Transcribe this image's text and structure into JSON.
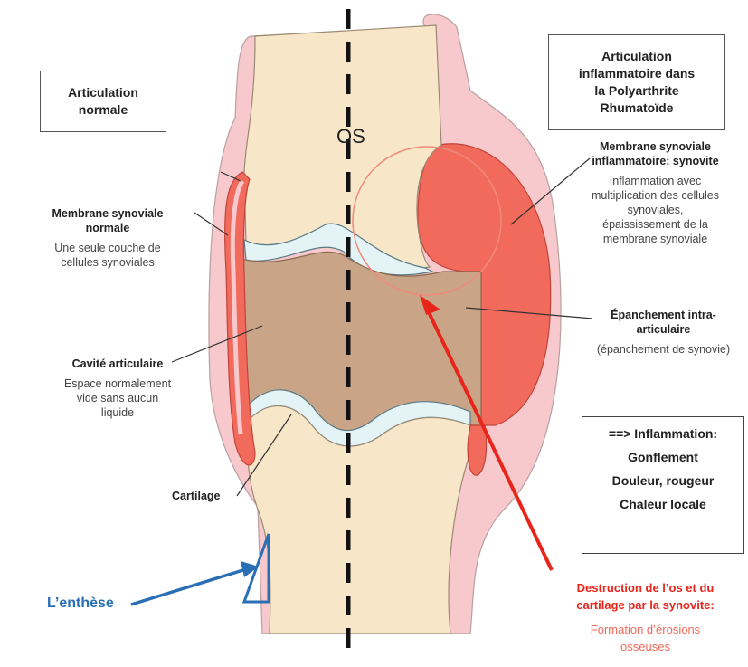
{
  "bone_label": "OS",
  "normal_title": "Articulation\nnormale",
  "inflamed_title": "Articulation\ninflammatoire dans\nla Polyarthrite\nRhumatoïde",
  "normal_synovium": {
    "title": "Membrane synoviale\nnormale",
    "desc": "Une seule couche de\ncellules synoviales"
  },
  "joint_cavity": {
    "title": "Cavité articulaire",
    "desc": "Espace normalement\nvide sans aucun\nliquide"
  },
  "cartilage_label": "Cartilage",
  "inflamed_synovium": {
    "title": "Membrane synoviale\ninflammatoire: synovite",
    "desc": "Inflammation avec\nmultiplication des cellules\nsynoviales,\népaississement de la\nmembrane synoviale"
  },
  "effusion": {
    "title": "Épanchement intra-\narticulaire",
    "desc": "(épanchement de synovie)"
  },
  "effects": {
    "header": "==> Inflammation:",
    "items": [
      "Gonflement",
      "Douleur, rougeur",
      "Chaleur locale"
    ]
  },
  "destruction": {
    "title": "Destruction de l’os et du\ncartilage par la synovite:",
    "desc": "Formation d’érosions\nosseuses"
  },
  "enthesis_label": "L’enthèse",
  "colors": {
    "bone": "#f8e6c8",
    "cavity": "#c9a487",
    "capsule": "#f7c9cc",
    "synovitis": "#f26a5c",
    "cartilage": "#e3f3f6",
    "red_arrow": "#e8251b",
    "blue": "#2a6fb5"
  }
}
